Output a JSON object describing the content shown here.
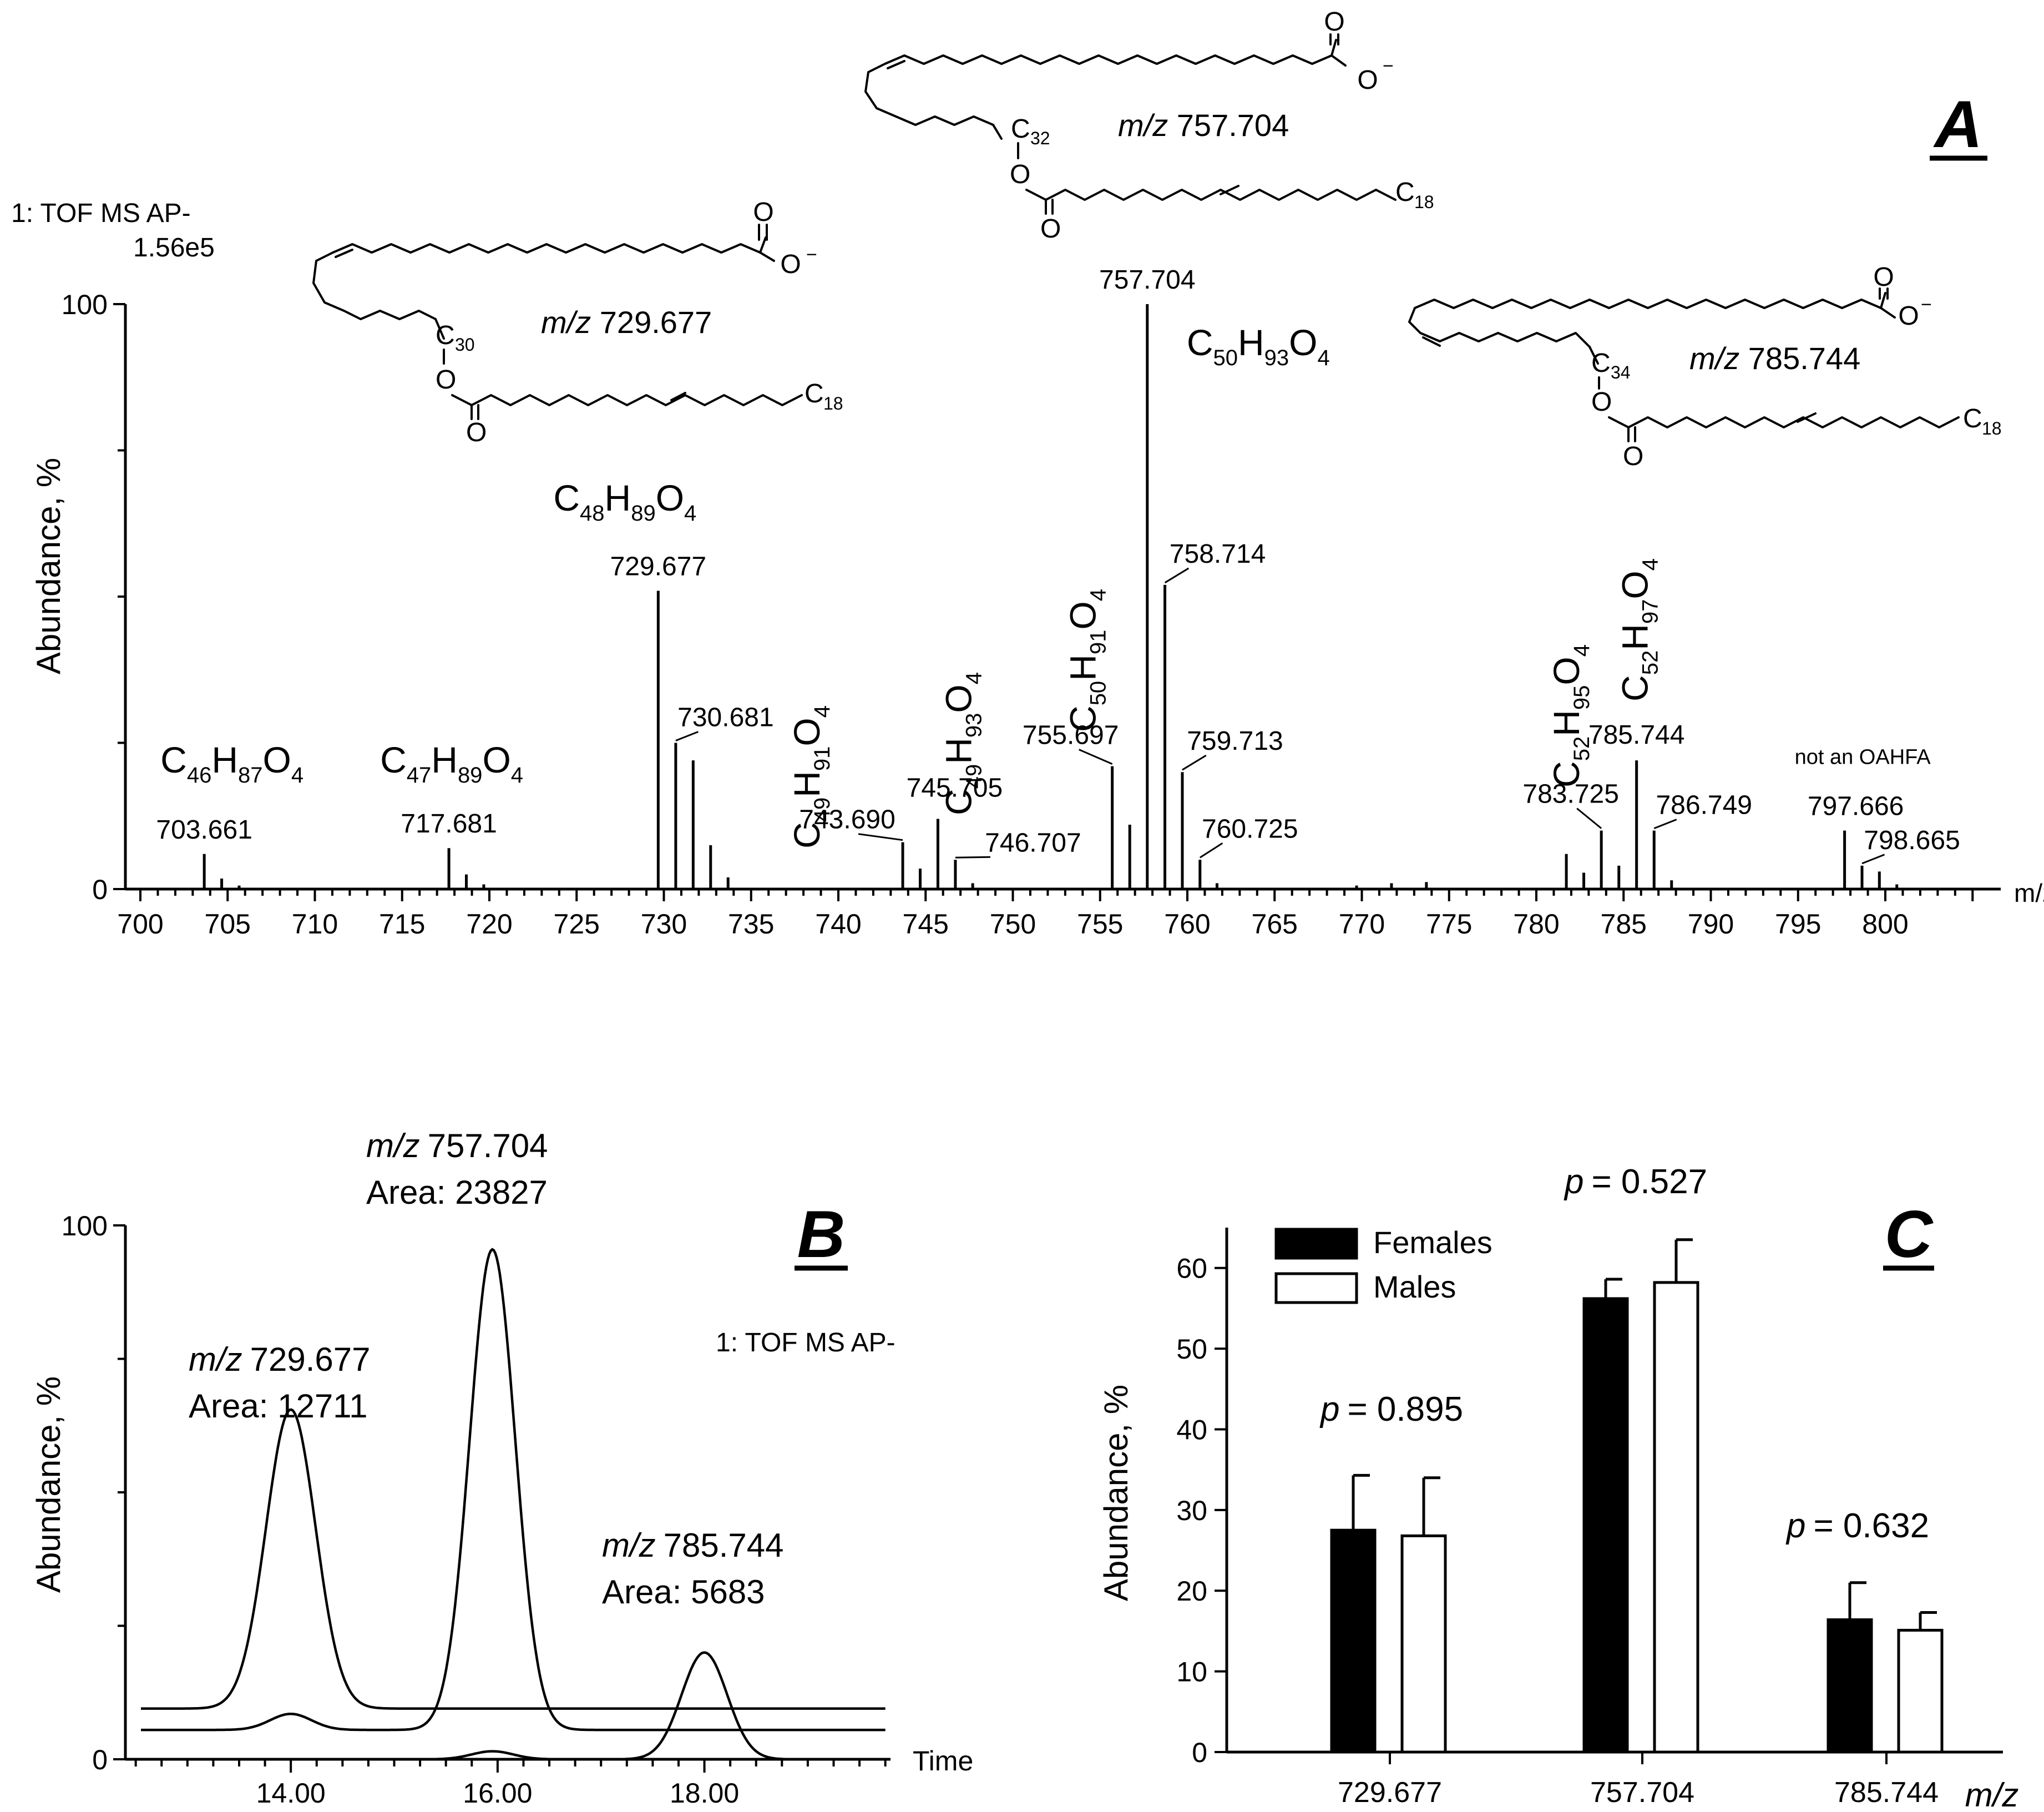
{
  "chart_data": [
    {
      "type": "bar",
      "panel_label": "A",
      "instrument": "1: TOF MS AP-",
      "scale": "1.56e5",
      "xlabel": "m/z",
      "ylabel": "Abundance, %",
      "xlim": [
        700,
        805
      ],
      "ylim": [
        0,
        100
      ],
      "x_ticks": [
        "700",
        "705",
        "710",
        "715",
        "720",
        "725",
        "730",
        "735",
        "740",
        "745",
        "750",
        "755",
        "760",
        "765",
        "770",
        "775",
        "780",
        "785",
        "790",
        "795",
        "800"
      ],
      "y_ticks": [
        "0",
        "100"
      ],
      "peaks": [
        {
          "x": 703.661,
          "y": 6,
          "label": "703.661"
        },
        {
          "x": 704.66,
          "y": 1.8
        },
        {
          "x": 705.66,
          "y": 0.6
        },
        {
          "x": 717.681,
          "y": 7,
          "label": "717.681"
        },
        {
          "x": 718.68,
          "y": 2.5
        },
        {
          "x": 719.68,
          "y": 0.8
        },
        {
          "x": 729.677,
          "y": 51,
          "label": "729.677"
        },
        {
          "x": 730.681,
          "y": 25,
          "label": "730.681"
        },
        {
          "x": 731.68,
          "y": 22
        },
        {
          "x": 732.68,
          "y": 7.5
        },
        {
          "x": 733.68,
          "y": 2
        },
        {
          "x": 743.69,
          "y": 8,
          "label": "743.690"
        },
        {
          "x": 744.69,
          "y": 3.5
        },
        {
          "x": 745.705,
          "y": 12,
          "label": "745.705"
        },
        {
          "x": 746.707,
          "y": 5,
          "label": "746.707"
        },
        {
          "x": 747.7,
          "y": 1
        },
        {
          "x": 755.697,
          "y": 21,
          "label": "755.697"
        },
        {
          "x": 756.7,
          "y": 11
        },
        {
          "x": 757.704,
          "y": 100,
          "label": "757.704"
        },
        {
          "x": 758.714,
          "y": 52,
          "label": "758.714"
        },
        {
          "x": 759.713,
          "y": 20,
          "label": "759.713"
        },
        {
          "x": 760.725,
          "y": 5,
          "label": "760.725"
        },
        {
          "x": 761.7,
          "y": 1
        },
        {
          "x": 769.7,
          "y": 0.6
        },
        {
          "x": 771.7,
          "y": 1
        },
        {
          "x": 773.7,
          "y": 1.2
        },
        {
          "x": 781.72,
          "y": 6
        },
        {
          "x": 782.72,
          "y": 2.8
        },
        {
          "x": 783.725,
          "y": 10,
          "label": "783.725"
        },
        {
          "x": 784.73,
          "y": 4
        },
        {
          "x": 785.744,
          "y": 22,
          "label": "785.744"
        },
        {
          "x": 786.749,
          "y": 10,
          "label": "786.749"
        },
        {
          "x": 787.75,
          "y": 1.5
        },
        {
          "x": 797.666,
          "y": 10,
          "label": "797.666"
        },
        {
          "x": 798.665,
          "y": 4,
          "label": "798.665"
        },
        {
          "x": 799.66,
          "y": 3
        },
        {
          "x": 800.66,
          "y": 0.8
        }
      ],
      "formulas": [
        {
          "x": 703.661,
          "text": "C46H87O4",
          "parts": [
            [
              "C",
              ""
            ],
            [
              "46",
              "sub"
            ],
            [
              "H",
              ""
            ],
            [
              "87",
              "sub"
            ],
            [
              "O",
              ""
            ],
            [
              "4",
              "sub"
            ]
          ],
          "vertical": false
        },
        {
          "x": 717.681,
          "text": "C47H89O4",
          "parts": [
            [
              "C",
              ""
            ],
            [
              "47",
              "sub"
            ],
            [
              "H",
              ""
            ],
            [
              "89",
              "sub"
            ],
            [
              "O",
              ""
            ],
            [
              "4",
              "sub"
            ]
          ],
          "vertical": false
        },
        {
          "x": 729.677,
          "text": "C48H89O4",
          "parts": [
            [
              "C",
              ""
            ],
            [
              "48",
              "sub"
            ],
            [
              "H",
              ""
            ],
            [
              "89",
              "sub"
            ],
            [
              "O",
              ""
            ],
            [
              "4",
              "sub"
            ]
          ],
          "vertical": false
        },
        {
          "x": 743.69,
          "text": "C49H91O4",
          "parts": [
            [
              "C",
              ""
            ],
            [
              "49",
              "sub"
            ],
            [
              "H",
              ""
            ],
            [
              "91",
              "sub"
            ],
            [
              "O",
              ""
            ],
            [
              "4",
              "sub"
            ]
          ],
          "vertical": true
        },
        {
          "x": 745.705,
          "text": "C49H93O4",
          "parts": [
            [
              "C",
              ""
            ],
            [
              "49",
              "sub"
            ],
            [
              "H",
              ""
            ],
            [
              "93",
              "sub"
            ],
            [
              "O",
              ""
            ],
            [
              "4",
              "sub"
            ]
          ],
          "vertical": true
        },
        {
          "x": 755.697,
          "text": "C50H91O4",
          "parts": [
            [
              "C",
              ""
            ],
            [
              "50",
              "sub"
            ],
            [
              "H",
              ""
            ],
            [
              "91",
              "sub"
            ],
            [
              "O",
              ""
            ],
            [
              "4",
              "sub"
            ]
          ],
          "vertical": true
        },
        {
          "x": 757.704,
          "text": "C50H93O4",
          "parts": [
            [
              "C",
              ""
            ],
            [
              "50",
              "sub"
            ],
            [
              "H",
              ""
            ],
            [
              "93",
              "sub"
            ],
            [
              "O",
              ""
            ],
            [
              "4",
              "sub"
            ]
          ],
          "vertical": false
        },
        {
          "x": 783.725,
          "text": "C52H95O4",
          "parts": [
            [
              "C",
              ""
            ],
            [
              "52",
              "sub"
            ],
            [
              "H",
              ""
            ],
            [
              "95",
              "sub"
            ],
            [
              "O",
              ""
            ],
            [
              "4",
              "sub"
            ]
          ],
          "vertical": true
        },
        {
          "x": 785.744,
          "text": "C52H97O4",
          "parts": [
            [
              "C",
              ""
            ],
            [
              "52",
              "sub"
            ],
            [
              "H",
              ""
            ],
            [
              "97",
              "sub"
            ],
            [
              "O",
              ""
            ],
            [
              "4",
              "sub"
            ]
          ],
          "vertical": true
        }
      ],
      "annotations": [
        {
          "text": "not an OAHFA",
          "x": 797.666
        },
        {
          "text": "m/z 729.677",
          "italic": "m/z",
          "value": "729.677",
          "chain": "30",
          "chain2": "18"
        },
        {
          "text": "m/z 757.704",
          "italic": "m/z",
          "value": "757.704",
          "chain": "32",
          "chain2": "18"
        },
        {
          "text": "m/z 785.744",
          "italic": "m/z",
          "value": "785.744",
          "chain": "34",
          "chain2": "18"
        }
      ]
    },
    {
      "type": "line",
      "panel_label": "B",
      "instrument": "1: TOF MS AP-",
      "xlabel": "Time",
      "ylabel": "Abundance, %",
      "xlim": [
        12.4,
        19.8
      ],
      "ylim": [
        0,
        100
      ],
      "x_ticks": [
        "14.00",
        "16.00",
        "18.00"
      ],
      "y_ticks": [
        "0",
        "100"
      ],
      "series": [
        {
          "trace": "m/z 729.677",
          "offset": 9.5,
          "peaks": [
            {
              "x": 14.0,
              "y": 56,
              "w": 0.24
            }
          ]
        },
        {
          "trace": "m/z 757.704",
          "offset": 5.5,
          "peaks": [
            {
              "x": 14.0,
              "y": 3,
              "w": 0.2
            },
            {
              "x": 15.95,
              "y": 90,
              "w": 0.22
            }
          ]
        },
        {
          "trace": "m/z 785.744",
          "offset": 0,
          "peaks": [
            {
              "x": 15.95,
              "y": 1.5,
              "w": 0.2
            },
            {
              "x": 18.0,
              "y": 20,
              "w": 0.22
            }
          ]
        }
      ],
      "annotations": [
        {
          "italic": "m/z",
          "value": "729.677",
          "area": "Area: 12711",
          "x": 14.0
        },
        {
          "italic": "m/z",
          "value": "757.704",
          "area": "Area: 23827",
          "x": 15.95
        },
        {
          "italic": "m/z",
          "value": "785.744",
          "area": "Area: 5683",
          "x": 18.0
        }
      ]
    },
    {
      "type": "bar",
      "panel_label": "C",
      "xlabel": "m/z",
      "ylabel": "Abundance, %",
      "ylim": [
        0,
        65
      ],
      "y_ticks": [
        "0",
        "10",
        "20",
        "30",
        "40",
        "50",
        "60"
      ],
      "categories": [
        "729.677",
        "757.704",
        "785.744"
      ],
      "series": [
        {
          "name": "Females",
          "values": [
            27.5,
            56.2,
            16.4
          ],
          "errors": [
            6.8,
            2.4,
            4.6
          ],
          "color": "#000000"
        },
        {
          "name": "Males",
          "values": [
            26.8,
            58.2,
            15.1
          ],
          "errors": [
            7.2,
            5.3,
            2.2
          ],
          "color": "#ffffff"
        }
      ],
      "p_values": [
        {
          "italic": "p",
          "text": "= 0.895"
        },
        {
          "italic": "p",
          "text": "= 0.527"
        },
        {
          "italic": "p",
          "text": "= 0.632"
        }
      ]
    }
  ]
}
